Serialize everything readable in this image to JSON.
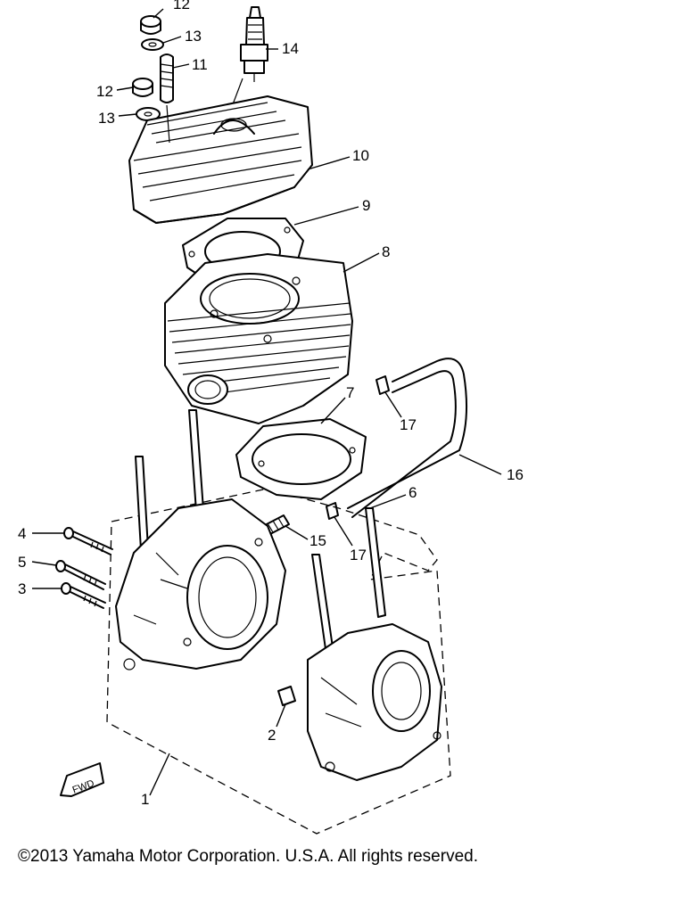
{
  "diagram": {
    "part_labels": {
      "p1": "1",
      "p2": "2",
      "p3": "3",
      "p4": "4",
      "p5": "5",
      "p6": "6",
      "p7": "7",
      "p8": "8",
      "p9": "9",
      "p10": "10",
      "p11": "11",
      "p12a": "12",
      "p12b": "12",
      "p13a": "13",
      "p13b": "13",
      "p14": "14",
      "p15": "15",
      "p16": "16",
      "p17a": "17",
      "p17b": "17"
    },
    "fwd_arrow_text": "FWD"
  },
  "footer": {
    "copyright": "©2013 Yamaha Motor Corporation. U.S.A. All rights reserved."
  }
}
